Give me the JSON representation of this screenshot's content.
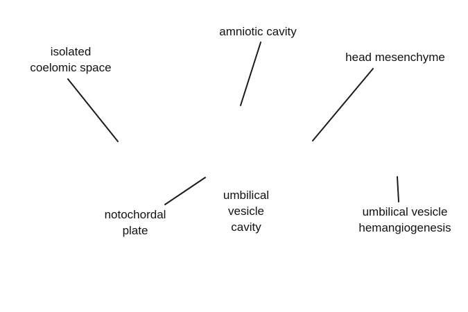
{
  "labels": {
    "isolated_coelomic_space": {
      "line1": "isolated",
      "line2": "coelomic space"
    },
    "amniotic_cavity": {
      "line1": "amniotic cavity"
    },
    "head_mesenchyme": {
      "line1": "head mesenchyme"
    },
    "notochordal_plate": {
      "line1": "notochordal",
      "line2": "plate"
    },
    "umbilical_vesicle_cavity": {
      "line1": "umbilical",
      "line2": "vesicle",
      "line3": "cavity"
    },
    "umbilical_vesicle_hemangiogenesis": {
      "line1": "umbilical vesicle",
      "line2": "hemangiogenesis"
    }
  },
  "colors": {
    "background": "#ffffff",
    "text": "#111111",
    "leader_line": "#1a1a1a"
  }
}
